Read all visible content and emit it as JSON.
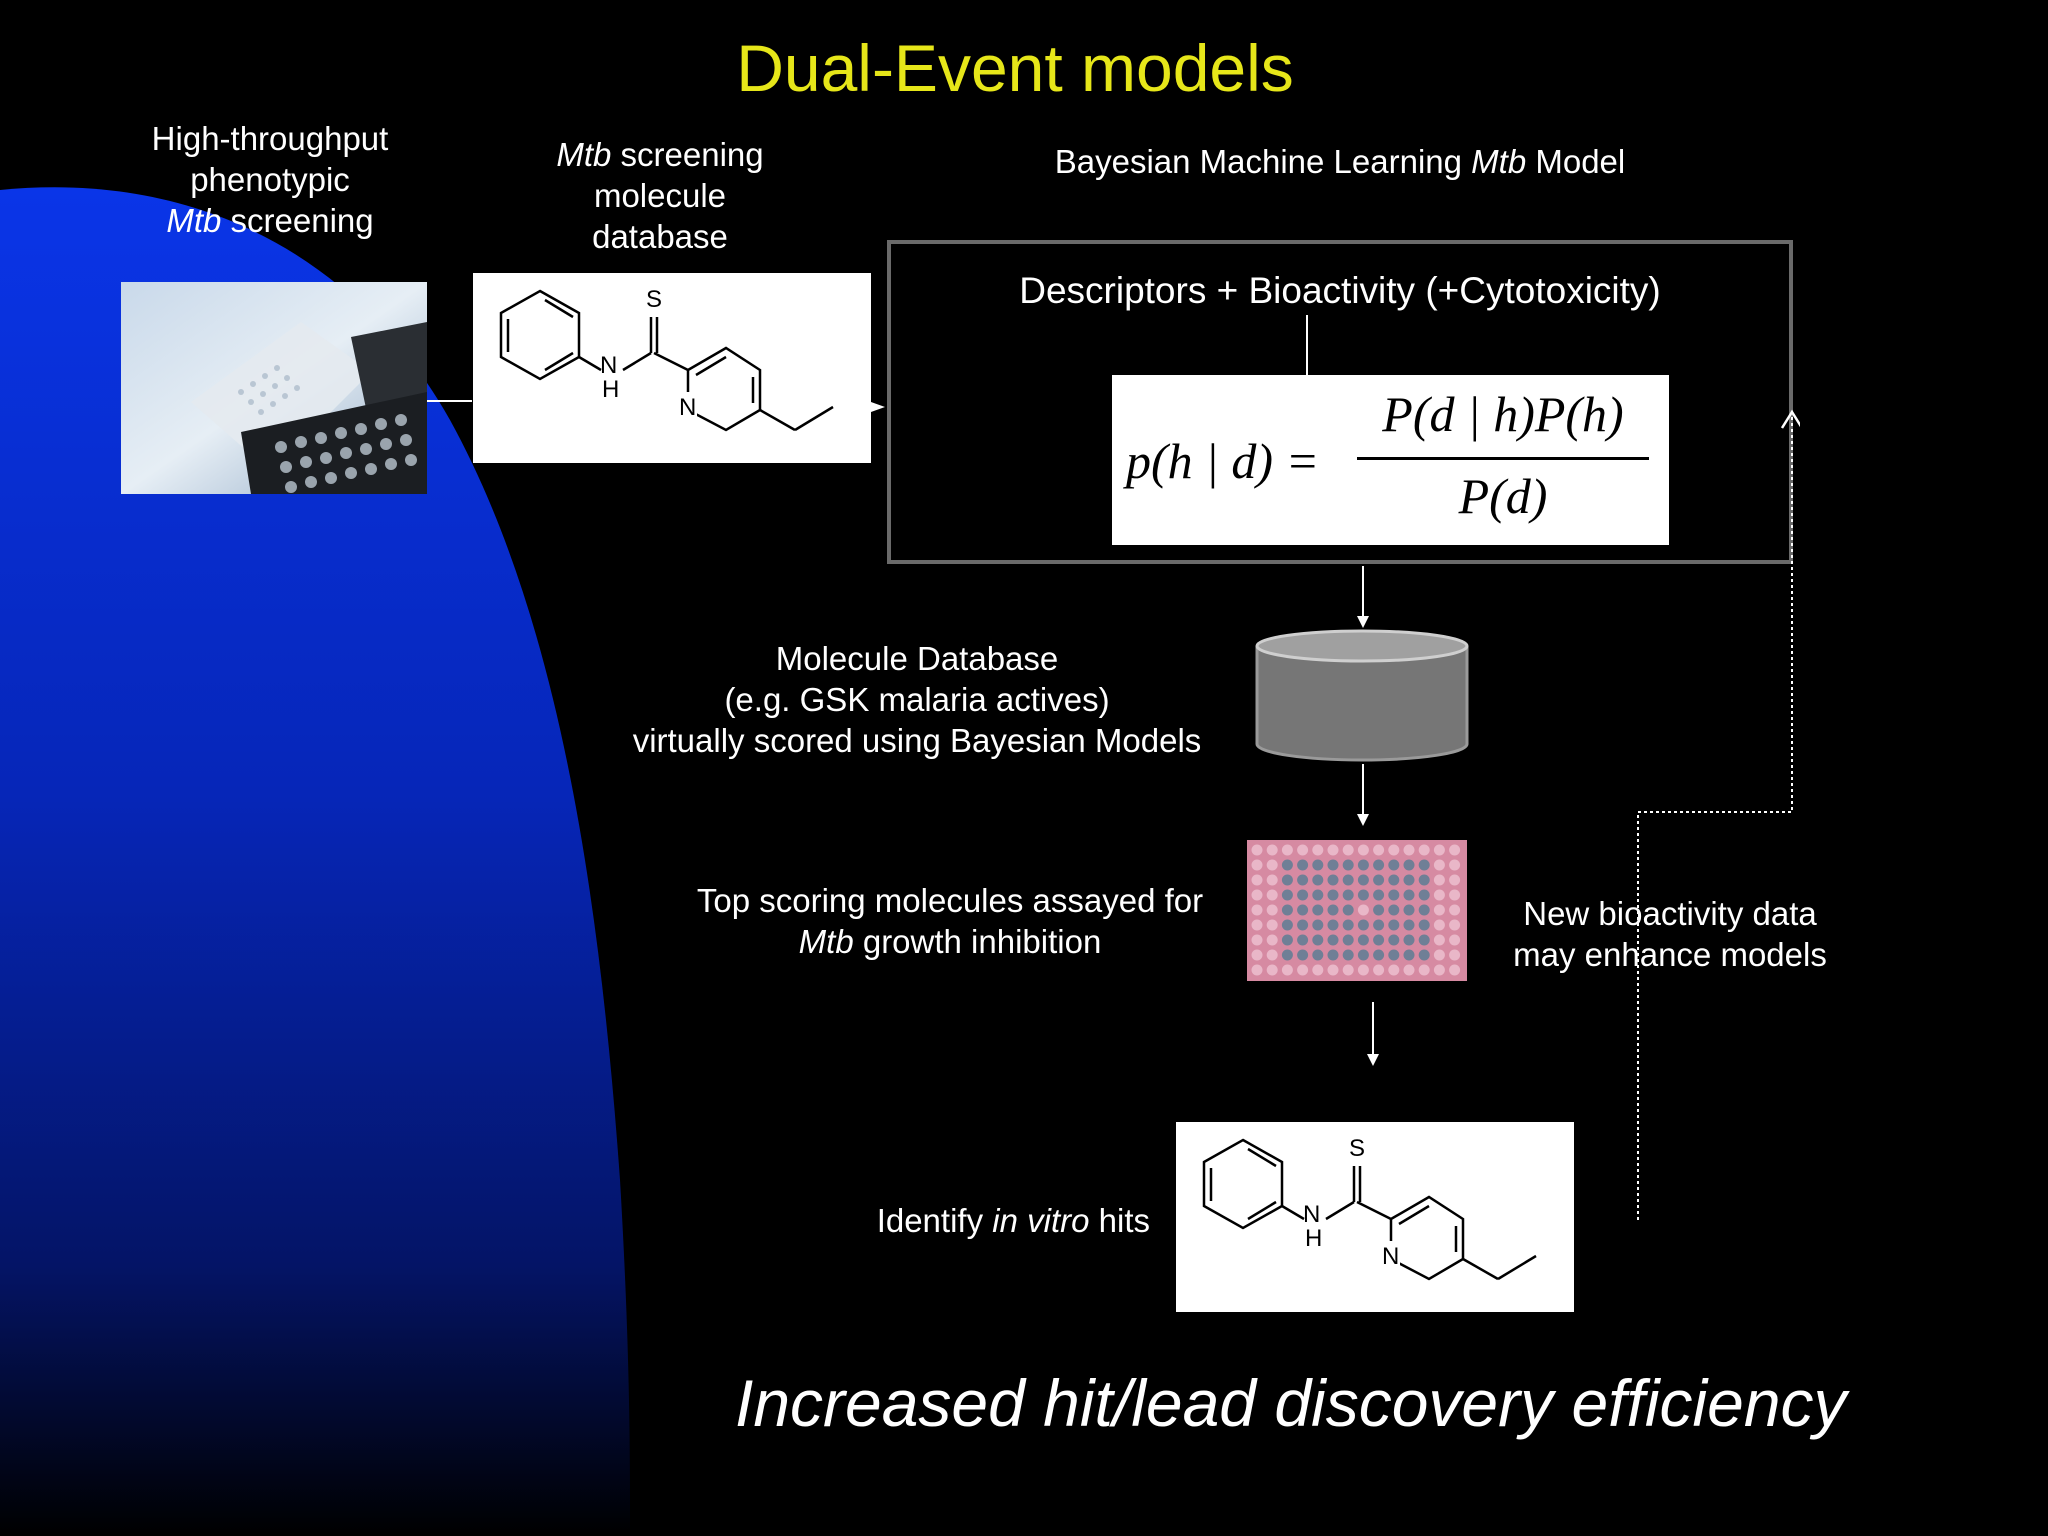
{
  "title": "Dual-Event models",
  "labels": {
    "hts": {
      "line1": "High-throughput",
      "line2": "phenotypic",
      "line3_italic": "Mtb",
      "line3_rest": " screening"
    },
    "screening_db": {
      "line1_italic": "Mtb",
      "line1_rest": " screening",
      "line2": "molecule",
      "line3": "database"
    },
    "bayesian_model": {
      "pre": "Bayesian Machine Learning ",
      "italic": "Mtb",
      "post": " Model"
    },
    "descriptors": "Descriptors + Bioactivity (+Cytotoxicity)",
    "molecule_db": {
      "line1": "Molecule Database",
      "line2": "(e.g. GSK malaria actives)",
      "line3": "virtually scored using Bayesian Models"
    },
    "top_scoring": {
      "line1": "Top scoring molecules assayed for",
      "line2_italic": "Mtb",
      "line2_rest": " growth inhibition"
    },
    "new_data": {
      "line1": "New bioactivity data",
      "line2": "may enhance models"
    },
    "identify": {
      "pre": "Identify ",
      "italic": "in vitro",
      "post": " hits"
    },
    "tagline": "Increased hit/lead discovery efficiency"
  },
  "formula": {
    "lhs": "p(h | d) =",
    "numerator": "P(d | h)P(h)",
    "denominator": "P(d)"
  },
  "molecule": {
    "sulfur": "S",
    "nitrogen_amide": "N",
    "hydrogen": "H",
    "nitrogen_ring": "N"
  },
  "colors": {
    "title": "#e6e619",
    "background": "#000000",
    "accent_blue": "#0a2fd8",
    "box_border": "#6a6a6a",
    "cylinder": "#7a7a7a"
  }
}
